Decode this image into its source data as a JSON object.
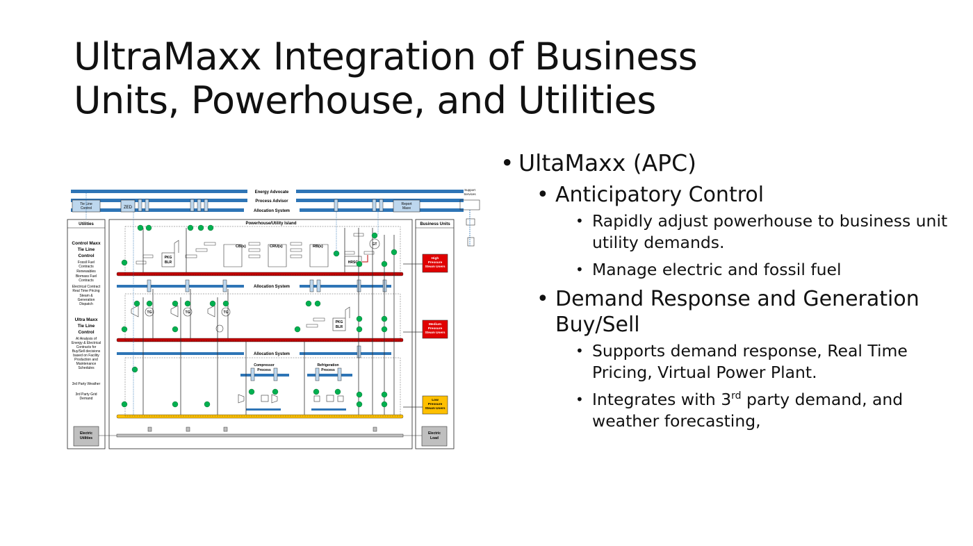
{
  "slide": {
    "title_line1": "UltraMaxx Integration of Business",
    "title_line2": "Units, Powerhouse, and Utilities"
  },
  "bullets": {
    "l1": "UltaMaxx (APC)",
    "l2a": "Anticipatory Control",
    "l3a": "Rapidly adjust powerhouse to business unit utility demands.",
    "l3b": "Manage electric and fossil fuel",
    "l2b": "Demand Response and Generation Buy/Sell",
    "l3c": "Supports demand response, Real Time Pricing, Virtual Power Plant.",
    "l3d_pre": "Integrates with 3",
    "l3d_sup": "rd",
    "l3d_post": " party demand, and weather forecasting,"
  },
  "diagram": {
    "energy_advocate": "Energy Advocate",
    "process_advisor": "Process Advisor",
    "allocation_system": "Allocation System",
    "tie_line_control": "Tie Line Control",
    "zed": "ZED",
    "report_maxx": "Report Maxx",
    "support_services": "Support Services",
    "utilities": "Utilities",
    "business_units": "Business Units",
    "powerhouse_island": "Powerhouse/Utility Island",
    "cmx_title": "Control Maxx Tie Line Control",
    "cmx_items": [
      "Fossil Fuel Contracts",
      "Renewables",
      "Biomass Fuel Contracts",
      "Electrical Contract",
      "Real Time Pricing",
      "Steam & Generation Dispatch"
    ],
    "umx_title": "Ultra Maxx Tie Line Control",
    "umx_text": "AI Analysis of Energy & Electrical Contracts for Buy/Sell decisions based on Facility Production and Maintenance Schedules",
    "third_party_weather": "3rd Party Weather",
    "third_party_grid": "3rd Party Grid Demand",
    "high_pressure": "High Pressure Steam Users",
    "medium_pressure": "Medium Pressure Steam Users",
    "low_pressure": "Low Pressure Steam Users",
    "electric_utilities": "Electric Utilities",
    "electric_load": "Electric Load",
    "pkg_blr": "PKG BLR",
    "cb": "CB(s)",
    "cru": "CRU(s)",
    "rb": "RB(s)",
    "gt": "GT",
    "hrsg": "HRSG",
    "tg": "TG",
    "compressor_process": "Compressor Process",
    "refrigeration_process": "Refrigeration Process"
  },
  "colors": {
    "blue_bar": "#2e75b6",
    "hp_header": "#c00000",
    "lp_header": "#ffc000",
    "valve_green": "#00b050",
    "hp_user_box": "#e00000",
    "lp_user_box": "#ffc000"
  }
}
